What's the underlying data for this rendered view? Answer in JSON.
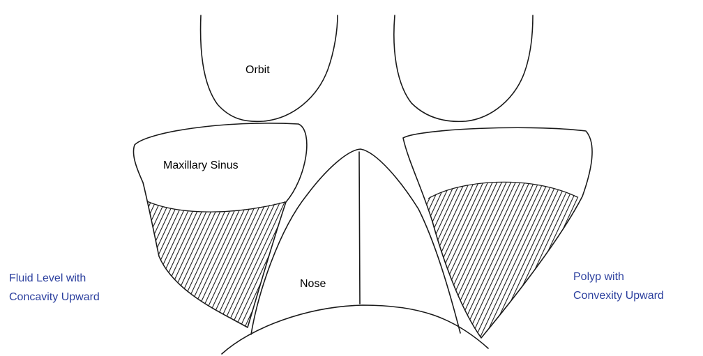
{
  "labels": {
    "orbit": "Orbit",
    "maxillary_sinus": "Maxillary Sinus",
    "nose": "Nose",
    "fluid_level_line1": "Fluid Level with",
    "fluid_level_line2": "Concavity Upward",
    "polyp_line1": "Polyp with",
    "polyp_line2": "Convexity Upward"
  },
  "colors": {
    "outline": "#1a1a1a",
    "label_text": "#000000",
    "callout_text": "#2b3f9e",
    "background": "#ffffff"
  }
}
